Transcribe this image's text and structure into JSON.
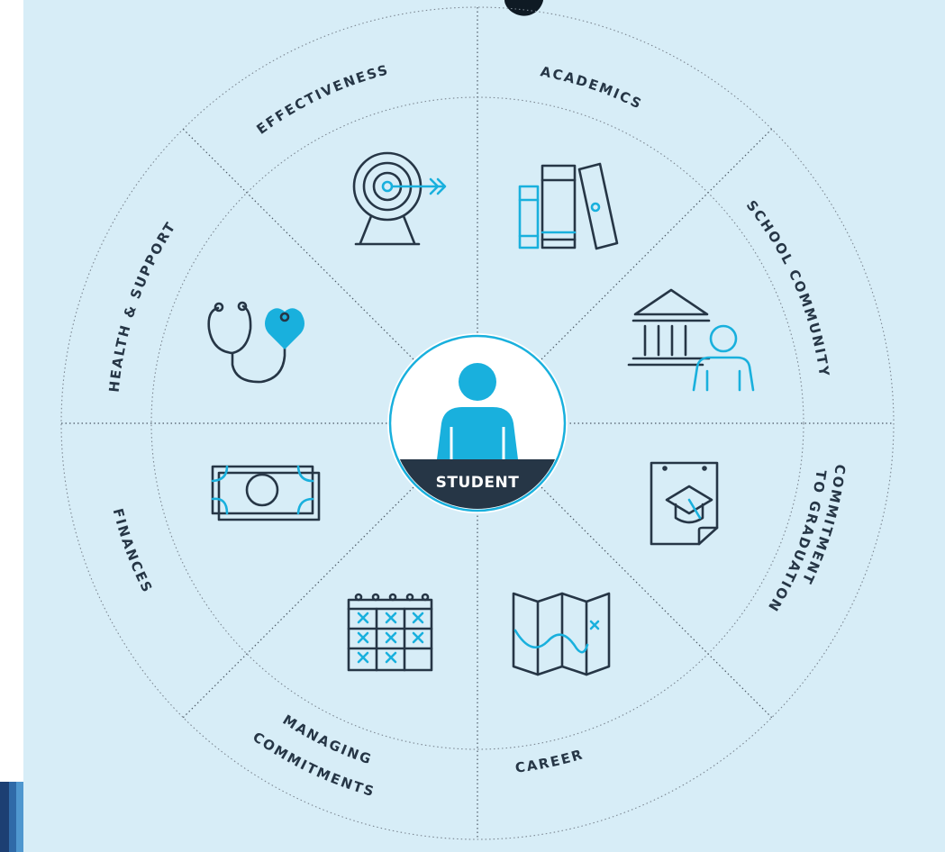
{
  "colors": {
    "panel_background": "#d7edf7",
    "ink": "#263646",
    "accent_blue": "#19b0dd",
    "student_banner": "#263646",
    "page_background": "#ffffff"
  },
  "center": {
    "label": "STUDENT",
    "icon": "student-person-icon"
  },
  "segments": [
    {
      "id": "academics",
      "label": "ACADEMICS",
      "icon": "books-icon"
    },
    {
      "id": "school-community",
      "label": "SCHOOL COMMUNITY",
      "icon": "building-person-icon"
    },
    {
      "id": "commitment-to-graduation",
      "label_line1": "COMMITMENT",
      "label_line2": "TO GRADUATION",
      "icon": "graduation-cap-note-icon"
    },
    {
      "id": "career",
      "label": "CAREER",
      "icon": "map-icon"
    },
    {
      "id": "managing-commitments",
      "label_line1": "MANAGING",
      "label_line2": "COMMITMENTS",
      "icon": "calendar-icon"
    },
    {
      "id": "finances",
      "label": "FINANCES",
      "icon": "banknote-icon"
    },
    {
      "id": "health-support",
      "label": "HEALTH & SUPPORT",
      "icon": "stethoscope-heart-icon"
    },
    {
      "id": "effectiveness",
      "label": "EFFECTIVENESS",
      "icon": "target-arrow-icon"
    }
  ]
}
